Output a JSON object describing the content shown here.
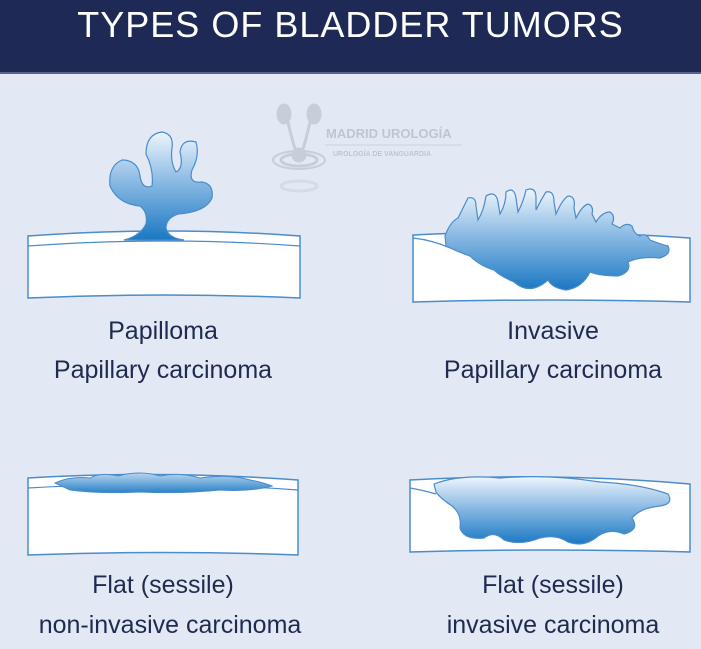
{
  "title": "TYPES OF BLADDER TUMORS",
  "watermark": {
    "brand": "MADRID UROLOGÍA",
    "tagline": "UROLOGÍA DE VANGUARDIA"
  },
  "panels": [
    {
      "line1": "Papilloma",
      "line2": "Papillary carcinoma"
    },
    {
      "line1": "Invasive",
      "line2": "Papillary carcinoma"
    },
    {
      "line1": "Flat (sessile)",
      "line2": "non-invasive carcinoma"
    },
    {
      "line1": "Flat (sessile)",
      "line2": "invasive carcinoma"
    }
  ],
  "colors": {
    "header": "#1e2a55",
    "background": "#e3e9f4",
    "tumor_dark": "#1a78c2",
    "tumor_light": "#e8f1fa",
    "outline": "#4a8ccc"
  }
}
